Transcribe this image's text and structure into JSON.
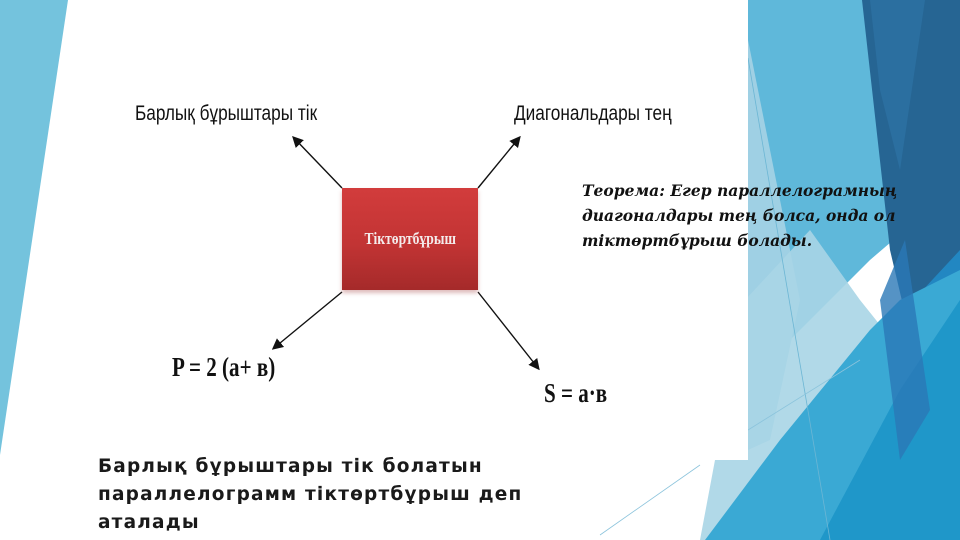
{
  "slide": {
    "theme_colors": {
      "left_accent": "#74c3dd",
      "light_blue": "#5fb8da",
      "mid_blue": "#3aa6d2",
      "deep_blue": "#1f97c9",
      "navy": "#266593",
      "pale_blue": "#a9d5e6",
      "box_red": "#c23434"
    }
  },
  "diagram": {
    "center_label": "Тіктөртбұрыш",
    "top_left_label": "Барлық бұрыштары тік",
    "top_right_label": "Диагональдары тең",
    "bottom_left_formula": "P = 2 (a+ в)",
    "bottom_right_formula": "S = a·в"
  },
  "theorem": {
    "text": "Теорема: Егер параллелограмның диагоналдары тең болса, онда ол тіктөртбұрыш болады."
  },
  "definition": {
    "text": "Барлық бұрыштары тік болатын параллелограмм тіктөртбұрыш деп аталады"
  }
}
